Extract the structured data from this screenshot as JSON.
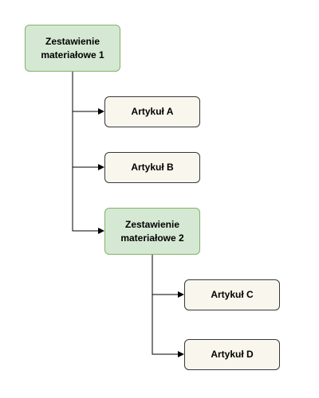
{
  "diagram": {
    "colors": {
      "group_fill": "#d5e8d4",
      "group_stroke": "#82b366",
      "item_fill": "#f9f7ed",
      "item_stroke": "#36393d",
      "edge": "#000000"
    },
    "nodes": {
      "bom1": {
        "label": "Zestawienie\nmateriałowe 1"
      },
      "a": {
        "label": "Artykuł A"
      },
      "b": {
        "label": "Artykuł B"
      },
      "bom2": {
        "label": "Zestawienie\nmateriałowe 2"
      },
      "c": {
        "label": "Artykuł C"
      },
      "d": {
        "label": "Artykuł D"
      }
    },
    "edges": [
      {
        "from": "bom1",
        "to": "a"
      },
      {
        "from": "bom1",
        "to": "b"
      },
      {
        "from": "bom1",
        "to": "bom2"
      },
      {
        "from": "bom2",
        "to": "c"
      },
      {
        "from": "bom2",
        "to": "d"
      }
    ]
  }
}
